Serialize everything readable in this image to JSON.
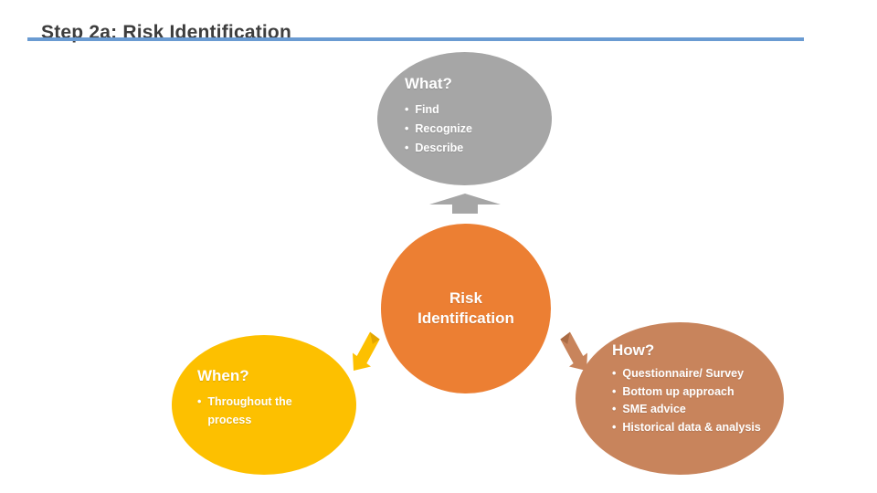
{
  "slide": {
    "title": "Step 2a: Risk Identification"
  },
  "colors": {
    "title_text": "#3D3D3D",
    "accent_line": "#6A9BD2",
    "node_what": "#A6A6A6",
    "node_when": "#FDC000",
    "node_how": "#C8845C",
    "node_center": "#EC7F33",
    "shape_text": "#FFFFFF",
    "background": "#FFFFFF"
  },
  "diagram": {
    "center_label": "Risk Identification",
    "nodes": [
      {
        "question": "What?",
        "bullets": [
          "Find",
          "Recognize",
          "Describe"
        ]
      },
      {
        "question": "When?",
        "bullets": [
          "Throughout the process"
        ]
      },
      {
        "question": "How?",
        "bullets": [
          "Questionnaire/ Survey",
          "Bottom up approach",
          "SME advice",
          "Historical data & analysis"
        ]
      }
    ],
    "bullet_glyph": "•",
    "arrows": {
      "up": "up-block-arrow",
      "left": "bent-arrow-down-left",
      "right": "bent-arrow-down-right"
    }
  }
}
